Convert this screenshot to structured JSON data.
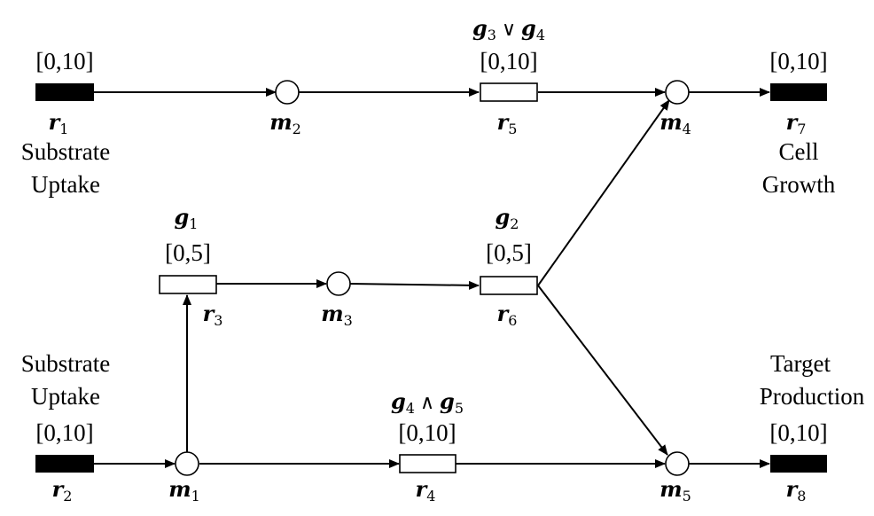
{
  "reactions": {
    "r1": {
      "sym": "r",
      "sub": "1",
      "bound": "[0,10]",
      "label_lines": [
        "Substrate",
        "Uptake"
      ]
    },
    "r2": {
      "sym": "r",
      "sub": "2",
      "bound": "[0,10]",
      "label_lines": [
        "Substrate",
        "Uptake"
      ]
    },
    "r3": {
      "sym": "r",
      "sub": "3",
      "bound": "[0,5]",
      "gene": {
        "a": "g",
        "a_sub": "1"
      }
    },
    "r4": {
      "sym": "r",
      "sub": "4",
      "bound": "[0,10]",
      "gene": {
        "a": "g",
        "a_sub": "4",
        "op": "∧",
        "b": "g",
        "b_sub": "5"
      }
    },
    "r5": {
      "sym": "r",
      "sub": "5",
      "bound": "[0,10]",
      "gene": {
        "a": "g",
        "a_sub": "3",
        "op": "∨",
        "b": "g",
        "b_sub": "4"
      }
    },
    "r6": {
      "sym": "r",
      "sub": "6",
      "bound": "[0,5]",
      "gene": {
        "a": "g",
        "a_sub": "2"
      }
    },
    "r7": {
      "sym": "r",
      "sub": "7",
      "bound": "[0,10]",
      "label_lines": [
        "Cell",
        "Growth"
      ]
    },
    "r8": {
      "sym": "r",
      "sub": "8",
      "bound": "[0,10]",
      "label_lines": [
        "Target",
        "Production"
      ]
    }
  },
  "metabolites": {
    "m1": {
      "sym": "m",
      "sub": "1"
    },
    "m2": {
      "sym": "m",
      "sub": "2"
    },
    "m3": {
      "sym": "m",
      "sub": "3"
    },
    "m4": {
      "sym": "m",
      "sub": "4"
    },
    "m5": {
      "sym": "m",
      "sub": "5"
    }
  },
  "colors": {
    "ink": "#000000",
    "paper": "#ffffff"
  }
}
